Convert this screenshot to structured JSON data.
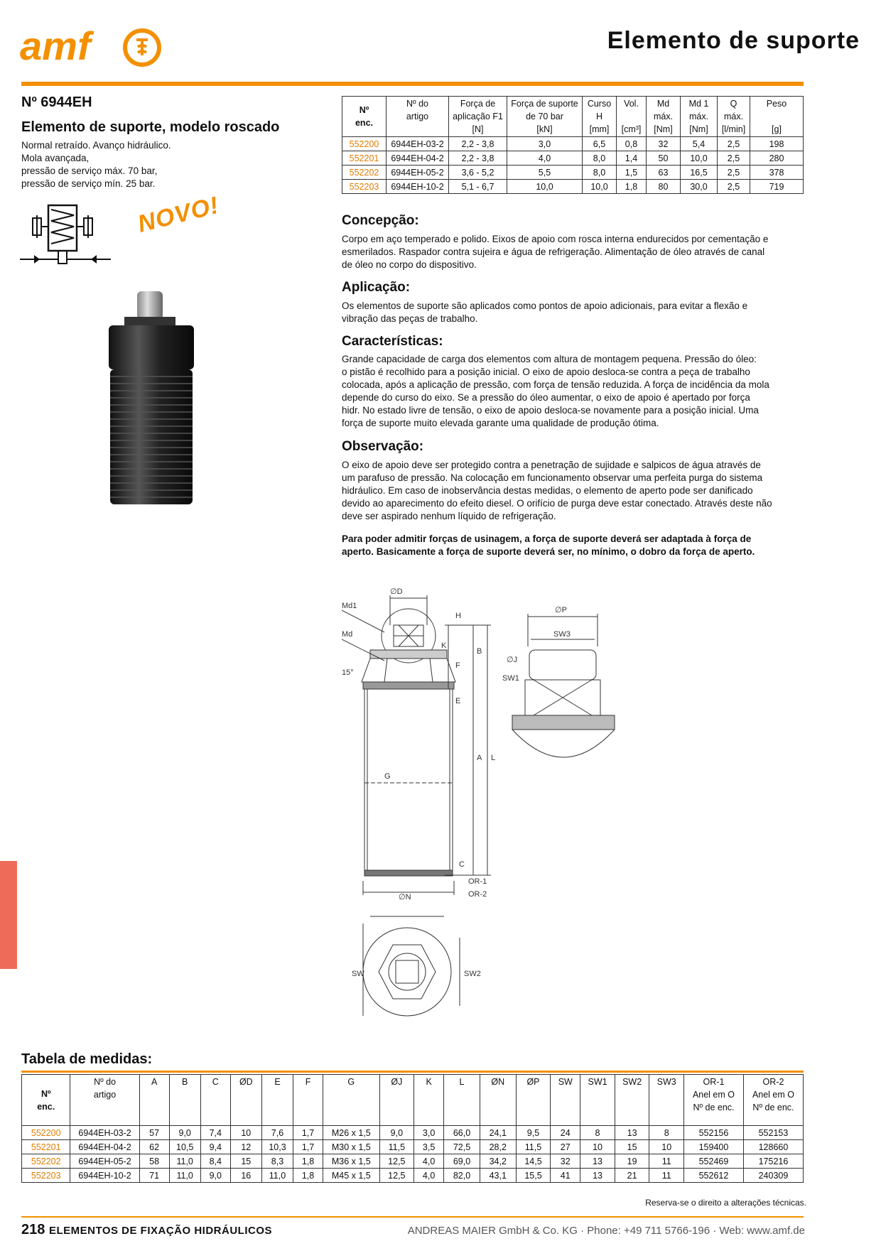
{
  "header": {
    "logo_text": "amf",
    "title": "Elemento de suporte"
  },
  "product": {
    "number": "Nº 6944EH",
    "subtitle": "Elemento de suporte, modelo roscado",
    "desc_lines": [
      "Normal retraído. Avanço hidráulico.",
      "Mola avançada,",
      "pressão de serviço máx. 70 bar,",
      "pressão de serviço mín. 25 bar."
    ],
    "badge": "NOVO!"
  },
  "spec_table": {
    "headers": [
      [
        "Nº",
        "enc."
      ],
      [
        "Nº do",
        "artigo"
      ],
      [
        "Força de",
        "aplicação F1",
        "[N]"
      ],
      [
        "Força de suporte",
        "de 70 bar",
        "[kN]"
      ],
      [
        "Curso",
        "H",
        "[mm]"
      ],
      [
        "Vol.",
        "",
        "[cm³]"
      ],
      [
        "Md",
        "máx.",
        "[Nm]"
      ],
      [
        "Md 1",
        "máx.",
        "[Nm]"
      ],
      [
        "Q",
        "máx.",
        "[l/min]"
      ],
      [
        "Peso",
        "",
        "[g]"
      ]
    ],
    "rows": [
      [
        "552200",
        "6944EH-03-2",
        "2,2 - 3,8",
        "3,0",
        "6,5",
        "0,8",
        "32",
        "5,4",
        "2,5",
        "198"
      ],
      [
        "552201",
        "6944EH-04-2",
        "2,2 - 3,8",
        "4,0",
        "8,0",
        "1,4",
        "50",
        "10,0",
        "2,5",
        "280"
      ],
      [
        "552202",
        "6944EH-05-2",
        "3,6 - 5,2",
        "5,5",
        "8,0",
        "1,5",
        "63",
        "16,5",
        "2,5",
        "378"
      ],
      [
        "552203",
        "6944EH-10-2",
        "5,1 - 6,7",
        "10,0",
        "10,0",
        "1,8",
        "80",
        "30,0",
        "2,5",
        "719"
      ]
    ]
  },
  "sections": {
    "concepcao": {
      "title": "Concepção:",
      "lines": [
        "Corpo em aço temperado e polido. Eixos de apoio com rosca interna endurecidos por cementação e",
        "esmerilados. Raspador contra sujeira e água de refrigeração. Alimentação de óleo através de canal",
        "de óleo no corpo do dispositivo."
      ]
    },
    "aplicacao": {
      "title": "Aplicação:",
      "lines": [
        "Os elementos de suporte são aplicados como pontos de apoio adicionais, para evitar a flexão e",
        "vibração das peças de trabalho."
      ]
    },
    "caracteristicas": {
      "title": "Características:",
      "lines": [
        "Grande capacidade de carga dos elementos com altura de montagem pequena. Pressão do óleo:",
        "o pistão é recolhido para a posição inicial. O eixo de apoio desloca-se contra a peça de trabalho",
        "colocada, após a aplicação de pressão, com força de tensão reduzida. A força de incidência da mola",
        "depende do curso do eixo. Se a pressão do óleo aumentar, o eixo de apoio  é apertado por força",
        "hidr. No estado livre de tensão, o eixo de apoio desloca-se novamente para a posição inicial. Uma",
        "força de suporte muito elevada garante uma qualidade de produção ótima."
      ]
    },
    "observacao": {
      "title": "Observação:",
      "lines": [
        "O eixo de apoio deve ser protegido contra a penetração de sujidade e salpicos de água através de",
        "um parafuso de pressão. Na colocação em funcionamento observar uma perfeita purga do sistema",
        "hidráulico. Em caso de inobservância destas medidas, o elemento de aperto pode ser danificado",
        "devido ao aparecimento do efeito diesel. O orifício de purga deve estar conectado. Através deste não",
        "deve ser aspirado nenhum líquido de refrigeração."
      ]
    },
    "note": {
      "lines": [
        "Para poder admitir forças de usinagem, a força de suporte deverá ser adaptada à força de",
        "aperto. Basicamente a força de suporte deverá ser, no mínimo, o dobro da força de aperto."
      ]
    }
  },
  "drawing_labels": {
    "d": "∅D",
    "md1": "Md1",
    "md": "Md",
    "h": "H",
    "k": "K",
    "f": "F",
    "b": "B",
    "e": "E",
    "angle": "15°",
    "g": "G",
    "a": "A",
    "l": "L",
    "c": "C",
    "or1": "OR-1",
    "or2": "OR-2",
    "n": "∅N",
    "p": "∅P",
    "sw3": "SW3",
    "j": "∅J",
    "sw1": "SW1",
    "sw": "SW",
    "sw2": "SW2"
  },
  "dim_table": {
    "title": "Tabela de medidas:",
    "headers": [
      [
        "Nº",
        "enc."
      ],
      [
        "Nº do",
        "artigo"
      ],
      [
        "A"
      ],
      [
        "B"
      ],
      [
        "C"
      ],
      [
        "ØD"
      ],
      [
        "E"
      ],
      [
        "F"
      ],
      [
        "G"
      ],
      [
        "ØJ"
      ],
      [
        "K"
      ],
      [
        "L"
      ],
      [
        "ØN"
      ],
      [
        "ØP"
      ],
      [
        "SW"
      ],
      [
        "SW1"
      ],
      [
        "SW2"
      ],
      [
        "SW3"
      ],
      [
        "OR-1",
        "Anel em O",
        "Nº de enc."
      ],
      [
        "OR-2",
        "Anel em O",
        "Nº de enc."
      ]
    ],
    "rows": [
      [
        "552200",
        "6944EH-03-2",
        "57",
        "9,0",
        "7,4",
        "10",
        "7,6",
        "1,7",
        "M26 x 1,5",
        "9,0",
        "3,0",
        "66,0",
        "24,1",
        "9,5",
        "24",
        "8",
        "13",
        "8",
        "552156",
        "552153"
      ],
      [
        "552201",
        "6944EH-04-2",
        "62",
        "10,5",
        "9,4",
        "12",
        "10,3",
        "1,7",
        "M30 x 1,5",
        "11,5",
        "3,5",
        "72,5",
        "28,2",
        "11,5",
        "27",
        "10",
        "15",
        "10",
        "159400",
        "128660"
      ],
      [
        "552202",
        "6944EH-05-2",
        "58",
        "11,0",
        "8,4",
        "15",
        "8,3",
        "1,8",
        "M36 x 1,5",
        "12,5",
        "4,0",
        "69,0",
        "34,2",
        "14,5",
        "32",
        "13",
        "19",
        "11",
        "552469",
        "175216"
      ],
      [
        "552203",
        "6944EH-10-2",
        "71",
        "11,0",
        "9,0",
        "16",
        "11,0",
        "1,8",
        "M45 x 1,5",
        "12,5",
        "4,0",
        "82,0",
        "43,1",
        "15,5",
        "41",
        "13",
        "21",
        "11",
        "552612",
        "240309"
      ]
    ]
  },
  "footer": {
    "reserve": "Reserva-se o direito a alterações técnicas.",
    "page": "218",
    "category": "ELEMENTOS DE FIXAÇÃO HIDRÁULICOS",
    "company": "ANDREAS MAIER GmbH & Co. KG · Phone: +49 711 5766-196 · Web: www.amf.de"
  },
  "colors": {
    "accent": "#f39000",
    "side_tab": "#ee6b5a"
  }
}
